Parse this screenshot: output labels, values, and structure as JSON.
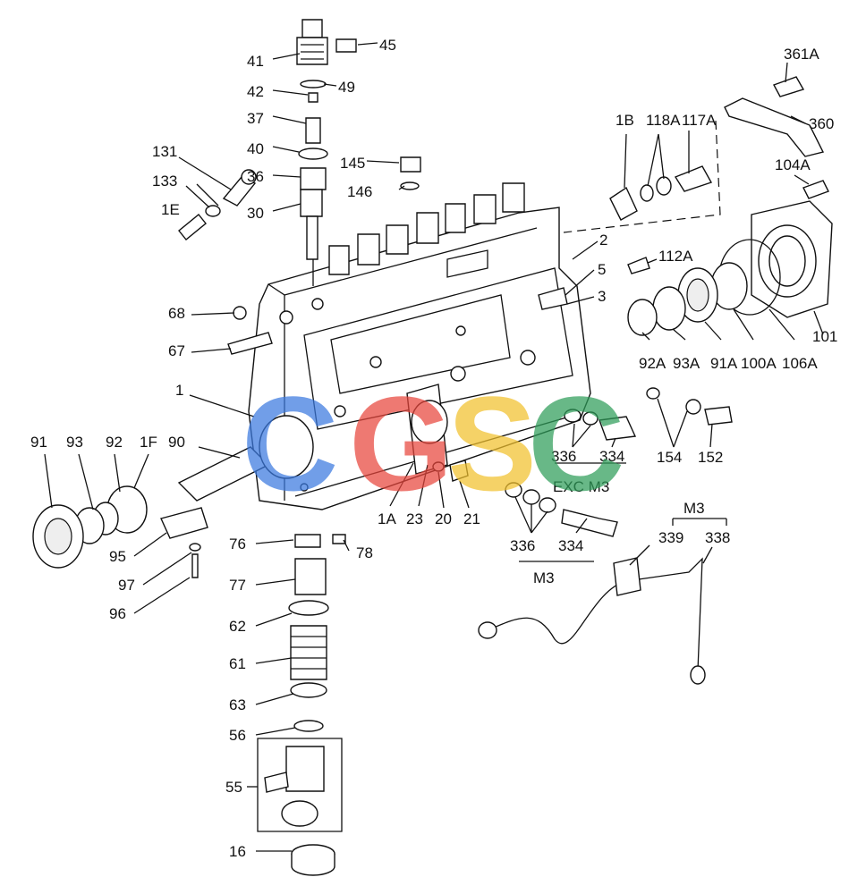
{
  "labels": [
    {
      "id": "41",
      "text": "41"
    },
    {
      "id": "45",
      "text": "45"
    },
    {
      "id": "42",
      "text": "42"
    },
    {
      "id": "49",
      "text": "49"
    },
    {
      "id": "37",
      "text": "37"
    },
    {
      "id": "40",
      "text": "40"
    },
    {
      "id": "36",
      "text": "36"
    },
    {
      "id": "30",
      "text": "30"
    },
    {
      "id": "131",
      "text": "131"
    },
    {
      "id": "133",
      "text": "133"
    },
    {
      "id": "1E",
      "text": "1E"
    },
    {
      "id": "145",
      "text": "145"
    },
    {
      "id": "146",
      "text": "146"
    },
    {
      "id": "1B",
      "text": "1B"
    },
    {
      "id": "118A",
      "text": "118A"
    },
    {
      "id": "117A",
      "text": "117A"
    },
    {
      "id": "361A",
      "text": "361A"
    },
    {
      "id": "360",
      "text": "360"
    },
    {
      "id": "104A",
      "text": "104A"
    },
    {
      "id": "2",
      "text": "2"
    },
    {
      "id": "112A",
      "text": "112A"
    },
    {
      "id": "5",
      "text": "5"
    },
    {
      "id": "3",
      "text": "3"
    },
    {
      "id": "68",
      "text": "68"
    },
    {
      "id": "67",
      "text": "67"
    },
    {
      "id": "1",
      "text": "1"
    },
    {
      "id": "92A",
      "text": "92A"
    },
    {
      "id": "93A",
      "text": "93A"
    },
    {
      "id": "91A",
      "text": "91A"
    },
    {
      "id": "100A",
      "text": "100A"
    },
    {
      "id": "106A",
      "text": "106A"
    },
    {
      "id": "101",
      "text": "101"
    },
    {
      "id": "91",
      "text": "91"
    },
    {
      "id": "93",
      "text": "93"
    },
    {
      "id": "92",
      "text": "92"
    },
    {
      "id": "1F",
      "text": "1F"
    },
    {
      "id": "90",
      "text": "90"
    },
    {
      "id": "154",
      "text": "154"
    },
    {
      "id": "152",
      "text": "152"
    },
    {
      "id": "336a",
      "text": "336"
    },
    {
      "id": "334a",
      "text": "334"
    },
    {
      "id": "excm3",
      "text": "EXC M3"
    },
    {
      "id": "1A",
      "text": "1A"
    },
    {
      "id": "23",
      "text": "23"
    },
    {
      "id": "20",
      "text": "20"
    },
    {
      "id": "21",
      "text": "21"
    },
    {
      "id": "336b",
      "text": "336"
    },
    {
      "id": "334b",
      "text": "334"
    },
    {
      "id": "m3a",
      "text": "M3"
    },
    {
      "id": "m3b",
      "text": "M3"
    },
    {
      "id": "339",
      "text": "339"
    },
    {
      "id": "338",
      "text": "338"
    },
    {
      "id": "76",
      "text": "76"
    },
    {
      "id": "78",
      "text": "78"
    },
    {
      "id": "95",
      "text": "95"
    },
    {
      "id": "97",
      "text": "97"
    },
    {
      "id": "96",
      "text": "96"
    },
    {
      "id": "77",
      "text": "77"
    },
    {
      "id": "62",
      "text": "62"
    },
    {
      "id": "61",
      "text": "61"
    },
    {
      "id": "63",
      "text": "63"
    },
    {
      "id": "56",
      "text": "56"
    },
    {
      "id": "55",
      "text": "55"
    },
    {
      "id": "16",
      "text": "16"
    }
  ],
  "watermark": {
    "letters": [
      {
        "char": "C",
        "color": "#3b7ae0"
      },
      {
        "char": "G",
        "color": "#e8463c"
      },
      {
        "char": "S",
        "color": "#f2c12e"
      },
      {
        "char": "C",
        "color": "#2f9e5a"
      }
    ]
  }
}
